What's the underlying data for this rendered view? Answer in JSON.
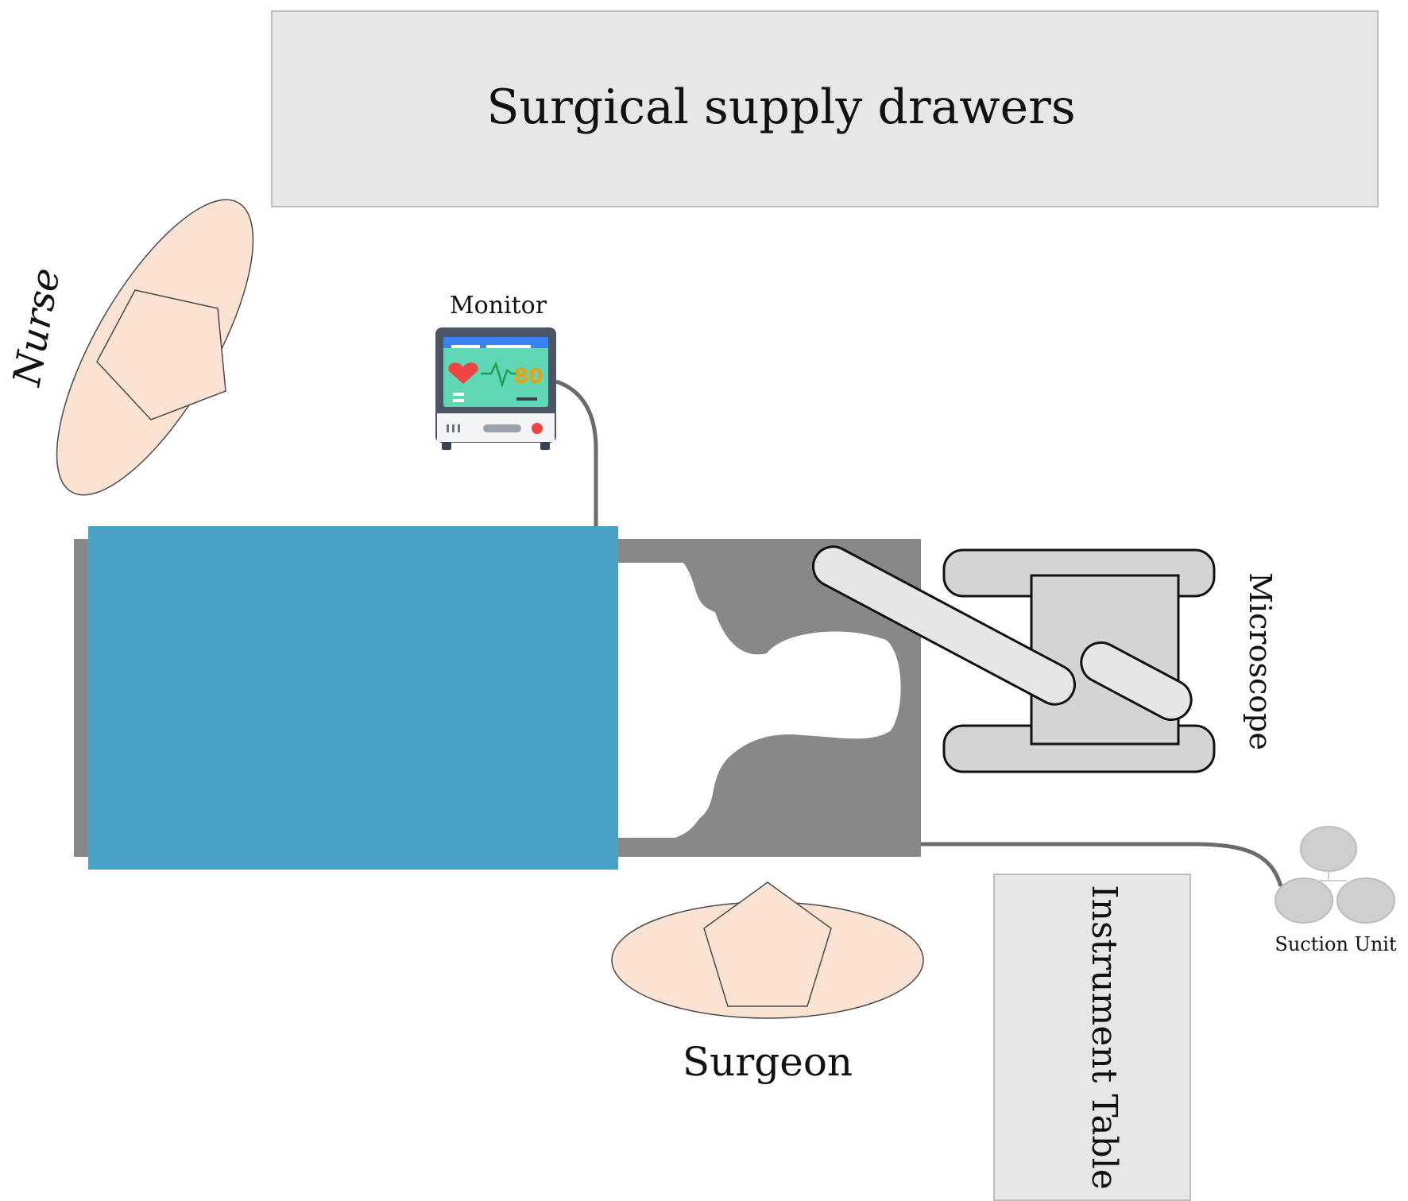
{
  "labels": {
    "drawers": "Surgical supply drawers",
    "nurse": "Nurse",
    "monitor": "Monitor",
    "microscope": "Microscope",
    "surgeon": "Surgeon",
    "instrument_table": "Instrument Table",
    "suction_unit": "Suction Unit"
  },
  "monitor_screen": {
    "reading": "80"
  },
  "icons": {
    "monitor": "patient-monitor-icon",
    "heart": "heart-icon"
  },
  "colors": {
    "background": "#ffffff",
    "drawers_fill": "#e8e6e6",
    "drape_blue": "#4aa1c6",
    "table_grey": "#888888",
    "person_skin": "#fbe3d3",
    "microscope_light": "#d4d4d4",
    "microscope_arm": "#e6e6e8",
    "instrument_table_fill": "#e8e6e6",
    "suction_grey": "#cfcfcf",
    "cable": "#6b6b6b"
  }
}
